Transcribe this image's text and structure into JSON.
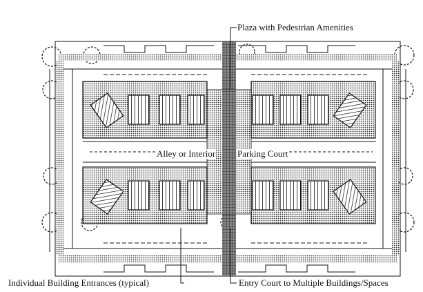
{
  "labels": {
    "plaza": "Plaza with Pedestrian Amenities",
    "alley_left": "Alley or Interior",
    "alley_right": "Parking Court",
    "entrances": "Individual Building Entrances (typical)",
    "entry_court": "Entry Court to Multiple Buildings/Spaces"
  },
  "colors": {
    "ink": "#111111",
    "paper": "#ffffff",
    "hatch": "#555555"
  }
}
